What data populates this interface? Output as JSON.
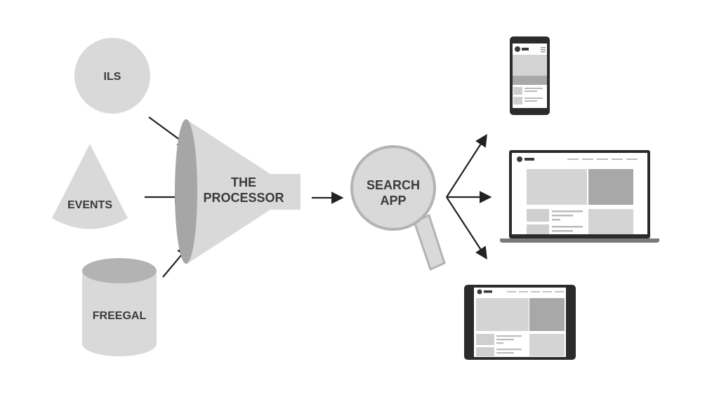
{
  "sources": {
    "ils": "ILS",
    "events": "EVENTS",
    "freegal": "FREEGAL"
  },
  "processor": {
    "line1": "THE",
    "line2": "PROCESSOR"
  },
  "search_app": {
    "line1": "SEARCH",
    "line2": "APP"
  },
  "outputs": [
    "phone",
    "laptop",
    "tablet"
  ],
  "icons": [
    "phone-icon",
    "laptop-icon",
    "tablet-icon",
    "magnifier-icon",
    "funnel-icon"
  ],
  "colors": {
    "shape_fill": "#d9d9d9",
    "shape_dark": "#b3b3b3",
    "rim": "#a6a6a6",
    "label": "#3a3a3a",
    "arrow": "#222222",
    "device_frame": "#2b2b2b"
  }
}
